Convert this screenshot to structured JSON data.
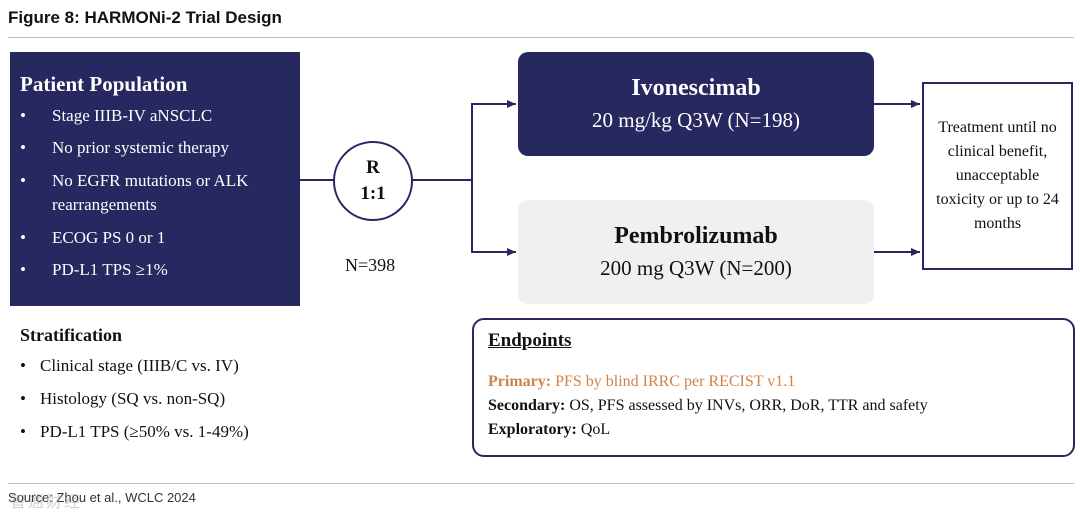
{
  "figure_title": "Figure 8: HARMONi-2 Trial Design",
  "patient_population": {
    "title": "Patient Population",
    "items": [
      "Stage IIIB-IV aNSCLC",
      "No prior systemic therapy",
      "No EGFR mutations or ALK rearrangements",
      "ECOG PS 0 or 1",
      "PD-L1 TPS ≥1%"
    ]
  },
  "stratification": {
    "title": "Stratification",
    "items": [
      "Clinical stage (IIIB/C vs. IV)",
      "Histology (SQ vs. non-SQ)",
      "PD-L1 TPS (≥50% vs. 1-49%)"
    ]
  },
  "randomization": {
    "label": "R",
    "ratio": "1:1",
    "n_total": "N=398"
  },
  "arms": [
    {
      "name": "Ivonescimab",
      "dose": "20 mg/kg Q3W (N=198)"
    },
    {
      "name": "Pembrolizumab",
      "dose": "200 mg Q3W (N=200)"
    }
  ],
  "treatment_text": "Treatment until no clinical benefit, unacceptable toxicity or up to 24 months",
  "endpoints": {
    "title": "Endpoints",
    "primary_label": "Primary:",
    "primary_value": "PFS by blind IRRC per RECIST v1.1",
    "secondary_label": "Secondary:",
    "secondary_value": "OS, PFS assessed by INVs, ORR, DoR, TTR and safety",
    "exploratory_label": "Exploratory:",
    "exploratory_value": "QoL"
  },
  "source": "Source: Zhou et al., WCLC 2024",
  "watermark": "智通财经",
  "colors": {
    "navy": "#27285f",
    "primary_orange": "#d0824a",
    "light_gray": "#f0f0f0"
  }
}
